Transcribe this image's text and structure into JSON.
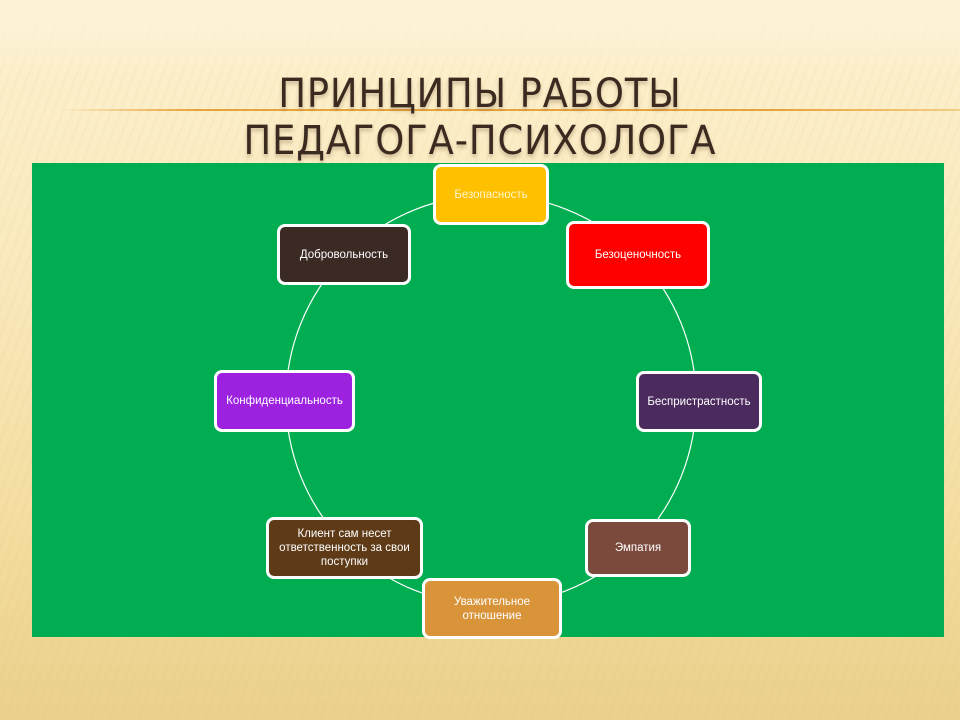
{
  "slide": {
    "title_line1": "ПРИНЦИПЫ РАБОТЫ",
    "title_line2": "ПЕДАГОГА-ПСИХОЛОГА"
  },
  "diagram": {
    "type": "cycle",
    "background_color": "#00ad50",
    "connector_color": "#ffffff",
    "nodes": [
      {
        "label": "Безопасность",
        "color": "#ffc000"
      },
      {
        "label": "Безоценочность",
        "color": "#ff0000"
      },
      {
        "label": "Беспристрастность",
        "color": "#4b2a5e"
      },
      {
        "label": "Эмпатия",
        "color": "#7b4a3c"
      },
      {
        "label": "Уважительное отношение",
        "color": "#d9943a"
      },
      {
        "label": "Клиент сам несет ответственность за свои поступки",
        "color": "#5e3a17"
      },
      {
        "label": "Конфиденциальность",
        "color": "#9d22e0"
      },
      {
        "label": "Добровольность",
        "color": "#3b2a24"
      }
    ]
  }
}
